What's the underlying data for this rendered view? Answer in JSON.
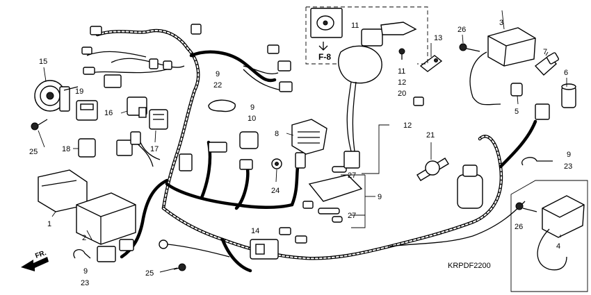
{
  "diagram": {
    "callouts": {
      "c1": "1",
      "c2": "2",
      "c3": "3",
      "c4": "4",
      "c5": "5",
      "c6": "6",
      "c7": "7",
      "c8": "8",
      "c9a": "9",
      "c9b": "9",
      "c9c": "9",
      "c9d": "9",
      "c9e": "9",
      "c10": "10",
      "c11a": "11",
      "c11b": "11",
      "c12a": "12",
      "c12b": "12",
      "c13": "13",
      "c14": "14",
      "c15": "15",
      "c16": "16",
      "c17": "17",
      "c18": "18",
      "c19": "19",
      "c20": "20",
      "c21": "21",
      "c22": "22",
      "c23a": "23",
      "c23b": "23",
      "c24": "24",
      "c25a": "25",
      "c25b": "25",
      "c26a": "26",
      "c26b": "26",
      "c27a": "27",
      "c27b": "27"
    },
    "reference_label": "F-8",
    "front_label": "FR.",
    "diagram_code": "KRPDF2200"
  }
}
